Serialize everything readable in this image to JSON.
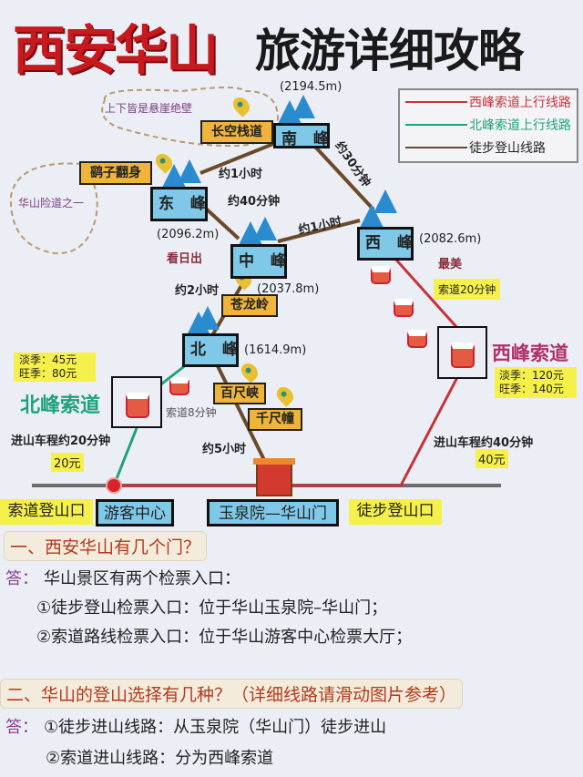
{
  "title": {
    "part1": "西安华山",
    "part2": "旅游详细攻略"
  },
  "legend": [
    {
      "label": "西峰索道上行线路",
      "color": "#c8323a"
    },
    {
      "label": "北峰索道上行线路",
      "color": "#1ea37a"
    },
    {
      "label": "徒步登山线路",
      "color": "#6b4a2a"
    }
  ],
  "peaks": {
    "south": {
      "name": "南 峰",
      "alt": "(2194.5m)"
    },
    "east": {
      "name": "东 峰",
      "alt": "(2096.2m)",
      "note": "看日出"
    },
    "middle": {
      "name": "中 峰",
      "alt": "(2037.8m)"
    },
    "west": {
      "name": "西 峰",
      "alt": "(2082.6m)",
      "note": "最美"
    },
    "north": {
      "name": "北 峰",
      "alt": "(1614.9m)"
    }
  },
  "spots": {
    "changkong": "长空栈道",
    "yaozi": "鹞子翻身",
    "canglong": "苍龙岭",
    "baichi": "百尺峡",
    "qianchi": "千尺幢"
  },
  "notes": {
    "cliff": "上下皆是悬崖绝壁",
    "danger": "华山险道之一"
  },
  "times": {
    "east_south": "约1小时",
    "east_mid": "约40分钟",
    "mid_west": "约1小时",
    "south_west": "约30分钟",
    "mid_north": "约2小时",
    "north_gate": "约5小时"
  },
  "north_cable": {
    "name": "北峰索道",
    "off": "淡季：45元",
    "peak": "旺季：80元",
    "ride": "索道8分钟",
    "bus": "进山车程约20分钟",
    "fare": "20元",
    "color": "#1ea37a"
  },
  "west_cable": {
    "name": "西峰索道",
    "off": "淡季：120元",
    "peak": "旺季：140元",
    "ride": "索道20分钟",
    "bus": "进山车程约40分钟",
    "fare": "40元",
    "color": "#b0306a"
  },
  "bottom": {
    "cable_entry": "索道登山口",
    "visitor": "游客中心",
    "gate": "玉泉院—华山门",
    "hike_entry": "徒步登山口"
  },
  "q1": {
    "title": "一、西安华山有几个门？",
    "ans_label": "答：",
    "ans": "华山景区有两个检票入口：",
    "l1": "①徒步登山检票入口：位于华山玉泉院–华山门；",
    "l2": "②索道路线检票入口：位于华山游客中心检票大厅；"
  },
  "q2": {
    "title": "二、华山的登山选择有几种？（详细线路请滑动图片参考）",
    "ans_label": "答：",
    "l1": "①徒步进山线路：从玉泉院（华山门）徒步进山",
    "l2": "②索道进山线路：分为西峰索道"
  }
}
